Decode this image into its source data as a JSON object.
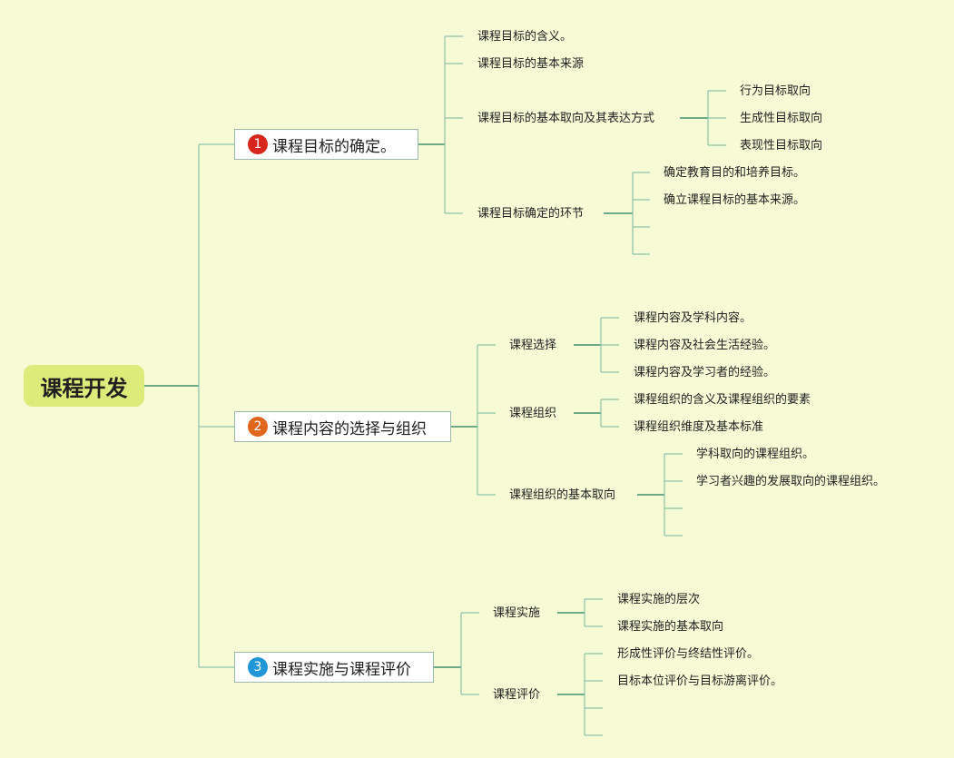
{
  "root": {
    "label": "课程开发"
  },
  "branches": [
    {
      "number": "1",
      "color": "#d9261c",
      "label": "课程目标的确定。",
      "children": [
        {
          "label": "课程目标的含义。"
        },
        {
          "label": "课程目标的基本来源"
        },
        {
          "label": "课程目标的基本取向及其表达方式",
          "children": [
            "行为目标取向",
            "生成性目标取向",
            "表现性目标取向"
          ]
        },
        {
          "label": "课程目标确定的环节",
          "children": [
            "确定教育目的和培养目标。",
            "确立课程目标的基本来源。",
            "",
            ""
          ]
        }
      ]
    },
    {
      "number": "2",
      "color": "#e0661d",
      "label": "课程内容的选择与组织",
      "children": [
        {
          "label": "课程选择",
          "children": [
            "课程内容及学科内容。",
            "课程内容及社会生活经验。",
            "课程内容及学习者的经验。"
          ]
        },
        {
          "label": "课程组织",
          "children": [
            "课程组织的含义及课程组织的要素",
            "课程组织维度及基本标准"
          ]
        },
        {
          "label": "课程组织的基本取向",
          "children": [
            "学科取向的课程组织。",
            "学习者兴趣的发展取向的课程组织。",
            "",
            ""
          ]
        }
      ]
    },
    {
      "number": "3",
      "color": "#1e96d8",
      "label": "课程实施与课程评价",
      "children": [
        {
          "label": "课程实施",
          "children": [
            "课程实施的层次",
            "课程实施的基本取向"
          ]
        },
        {
          "label": "课程评价",
          "children": [
            "形成性评价与终结性评价。",
            "目标本位评价与目标游离评价。",
            "",
            ""
          ]
        }
      ]
    }
  ]
}
